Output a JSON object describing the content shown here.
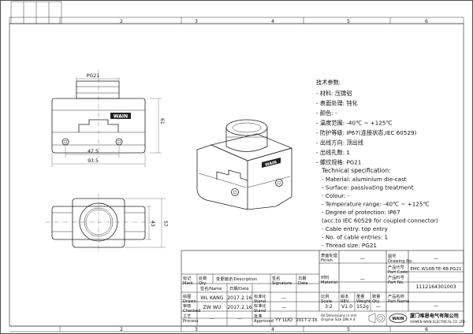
{
  "frame": {
    "top_numbers": [
      "2",
      "3",
      "4",
      "5",
      "6"
    ],
    "bottom_numbers": [
      "2",
      "3",
      "4",
      "5",
      "6"
    ]
  },
  "side_cells": [
    "",
    "",
    "",
    ""
  ],
  "front_view": {
    "label_pg": "PG21",
    "logo": "WAIN",
    "dim_width": "93.5",
    "dim_inner": "47.5",
    "dim_height": "61"
  },
  "top_view": {
    "dim_43": "43",
    "dim_57": "57"
  },
  "spec_cn": {
    "heading": "技术参数:",
    "lines": [
      "- 材料: 压铸铝",
      "- 表面处理: 钝化",
      "- 颜色: -",
      "- 温度范围: -40℃ ~ +125℃",
      "- 防护等级: IP67(连接状态,IEC 60529)",
      "- 出线方向: 顶出线",
      "- 出线孔数: 1",
      "- 螺纹规格: PG21"
    ]
  },
  "spec_en": {
    "heading": "Technical specification:",
    "lines": [
      "- Material: aluminium die-cast",
      "- Surface: passivating treatment",
      "- Colour: -",
      "- Temperature range: -40℃ ~ +125℃",
      "- Degree of protection: IP67",
      "  (acc.to IEC 60529 for coupled connector)",
      "- Cable entry: top entry",
      "- No. of cable entries: 1",
      "- Thread size: PG21"
    ]
  },
  "iso_view": {
    "logo": "WAIN"
  },
  "title_block": {
    "finish_label": "表面处理\nFinish",
    "finish_value": "—",
    "drawing_no_label": "图号\nDrawing No.",
    "drawing_no_value": "—",
    "part_code_label": "产品代号\nPart Code",
    "part_code_value": "EMC.W16B-TE-4B-PG21",
    "material_label": "材料\nMaterial",
    "material_value": "—",
    "part_no_label": "产品料号\nPart No.",
    "part_no_value": "1112164301003",
    "part_name_label": "产品名称\nPart Name",
    "part_name_value": "—",
    "scale_label": "比例\nScale",
    "scale_value": "3:2",
    "version_label": "版本\nREV.",
    "version_value": "V1.0",
    "weight_label": "重量\nWeight",
    "weight_value": "152g",
    "qty_label": "数量\nQty.",
    "qty_value": "—",
    "rev_headers": [
      "标记\nMark",
      "处数\nQty.",
      "变更描述/Description",
      "签名\nSignature",
      "日期\nDate"
    ],
    "draw_rows": [
      {
        "label": "绘图\nDrawn",
        "name": "WL KANG",
        "date": "2017.2.16",
        "std_label": "标准化\nStand",
        "std_value": "—"
      },
      {
        "label": "审核\nChecked",
        "name": "ZW  WU",
        "date": "2017.2.16",
        "std_label": "标准化\nStand",
        "std_value": "—"
      },
      {
        "label": "工艺\nProcess",
        "name": "—",
        "date": "—",
        "std_label": "批准\nApproved",
        "std_value": "YY  LUO",
        "std_date": "2017.2.16"
      }
    ],
    "name_date_header": "签名/Name",
    "date_header": "日期/Date",
    "dim_note": "All Dimensions in mm\nOriginal Size DIN A 4",
    "company_cn": "厦门唯恩电气有限公司",
    "company_en": "XIAMEN WAIN ELECTRICAL CO.,LTD",
    "logo": "WAIN"
  }
}
